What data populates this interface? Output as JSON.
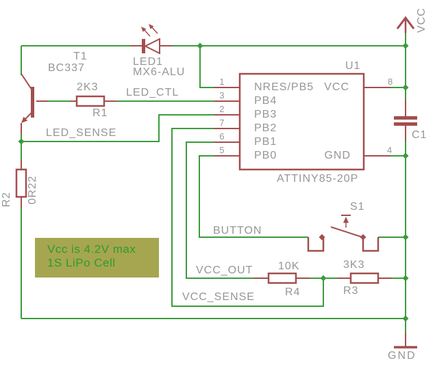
{
  "colors": {
    "wire": "#3C9B3C",
    "component": "#A34E4E",
    "text": "#969696",
    "note_bg": "#A6A650",
    "note_fg": "#2E9B2E"
  },
  "components": {
    "u1": {
      "ref": "U1",
      "value": "ATTINY85-20P",
      "left_pins": [
        {
          "number": "1",
          "name": "NRES/PB5"
        },
        {
          "number": "3",
          "name": "PB4"
        },
        {
          "number": "2",
          "name": "PB3"
        },
        {
          "number": "7",
          "name": "PB2"
        },
        {
          "number": "6",
          "name": "PB1"
        },
        {
          "number": "5",
          "name": "PB0"
        }
      ],
      "right_pins": [
        {
          "number": "8",
          "name": "VCC"
        },
        {
          "number": "4",
          "name": "GND"
        }
      ]
    },
    "t1": {
      "ref": "T1",
      "value": "BC337"
    },
    "led1": {
      "ref": "LED1",
      "value": "MX6-ALU"
    },
    "r1": {
      "ref": "R1",
      "value": "2K3"
    },
    "r2": {
      "ref": "R2",
      "value": "0R22"
    },
    "r3": {
      "ref": "R3",
      "value": "3K3"
    },
    "r4": {
      "ref": "R4",
      "value": "10K"
    },
    "c1": {
      "ref": "C1"
    },
    "s1": {
      "ref": "S1"
    }
  },
  "net_labels": {
    "led_ctl": "LED_CTL",
    "led_sense": "LED_SENSE",
    "button": "BUTTON",
    "vcc_out": "VCC_OUT",
    "vcc_sense": "VCC_SENSE"
  },
  "power": {
    "vcc": "VCC",
    "gnd": "GND"
  },
  "note": {
    "line1": "Vcc is 4.2V max",
    "line2": "1S LiPo Cell"
  }
}
